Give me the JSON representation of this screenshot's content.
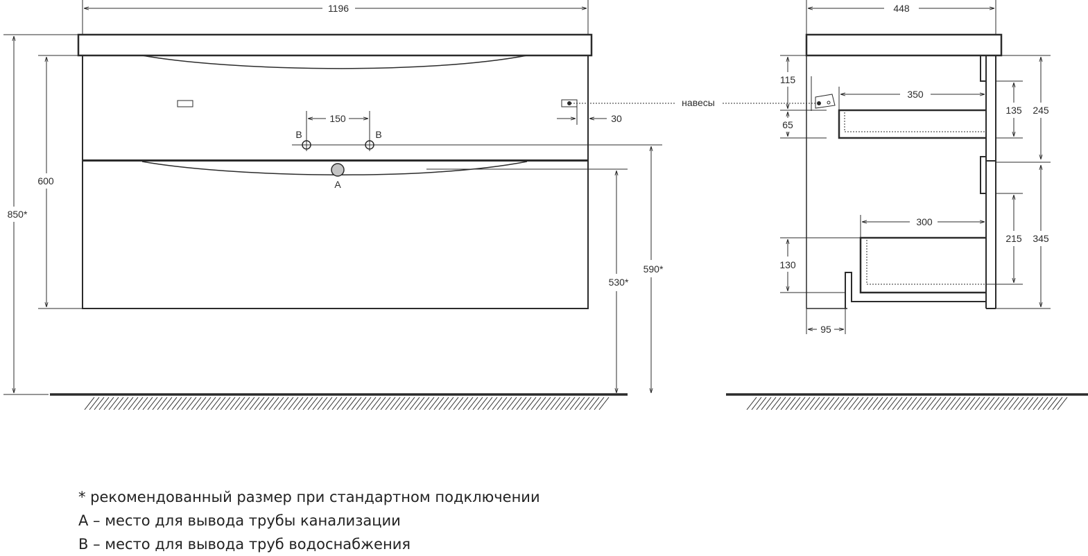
{
  "front_view": {
    "dims": {
      "width": "1196",
      "height_total": "850*",
      "height_body": "600",
      "taps_spacing": "150",
      "hinge_offset": "30",
      "drain_height": "530*",
      "taps_height": "590*"
    },
    "labels": {
      "tap_left": "B",
      "tap_right": "B",
      "drain": "A",
      "hinges": "навесы"
    }
  },
  "side_view": {
    "dims": {
      "depth": "448",
      "top_offset": "115",
      "upper_gap": "65",
      "upper_depth": "350",
      "upper_height": "135",
      "upper_section": "245",
      "lower_depth": "300",
      "lower_height": "215",
      "lower_section": "345",
      "lower_offset": "130",
      "plinth": "95"
    }
  },
  "notes": [
    "* рекомендованный размер при стандартном подключении",
    "A – место для вывода трубы канализации",
    "B – место для вывода труб водоснабжения"
  ],
  "colors": {
    "line": "#2b2b2b",
    "drain_fill": "#c4c4c4"
  }
}
